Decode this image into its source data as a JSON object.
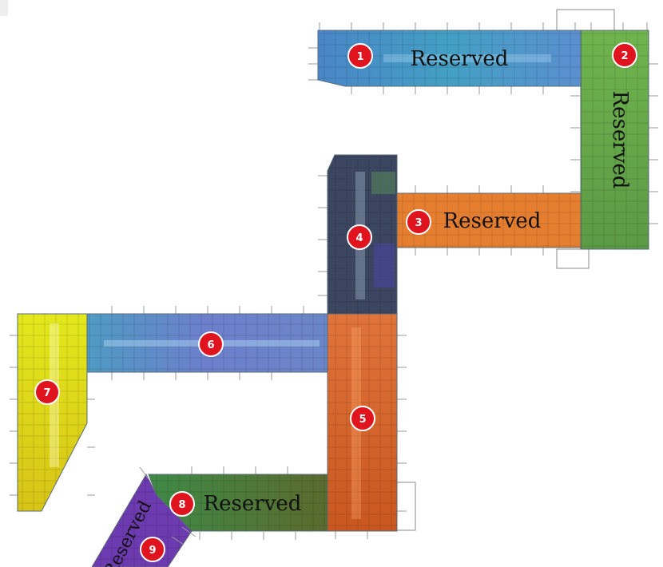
{
  "sections": [
    {
      "number": "1",
      "label": "Reserved",
      "color": "#4a86c8"
    },
    {
      "number": "2",
      "label": "Reserved",
      "color": "#6aa84f"
    },
    {
      "number": "3",
      "label": "Reserved",
      "color": "#e67e30"
    },
    {
      "number": "4",
      "label": "",
      "color": "#3b4660"
    },
    {
      "number": "5",
      "label": "",
      "color": "#d8642a"
    },
    {
      "number": "6",
      "label": "",
      "color": "#5f8fc9"
    },
    {
      "number": "7",
      "label": "",
      "color": "#e3e01c"
    },
    {
      "number": "8",
      "label": "Reserved",
      "color": "#4f7e3a"
    },
    {
      "number": "9",
      "label": "Reserved",
      "color": "#6d3bb0"
    }
  ],
  "colors": {
    "marker_fill": "#e0141e",
    "marker_stroke": "#ffffff",
    "wall": "#7a7a7a",
    "background": "#ffffff"
  }
}
